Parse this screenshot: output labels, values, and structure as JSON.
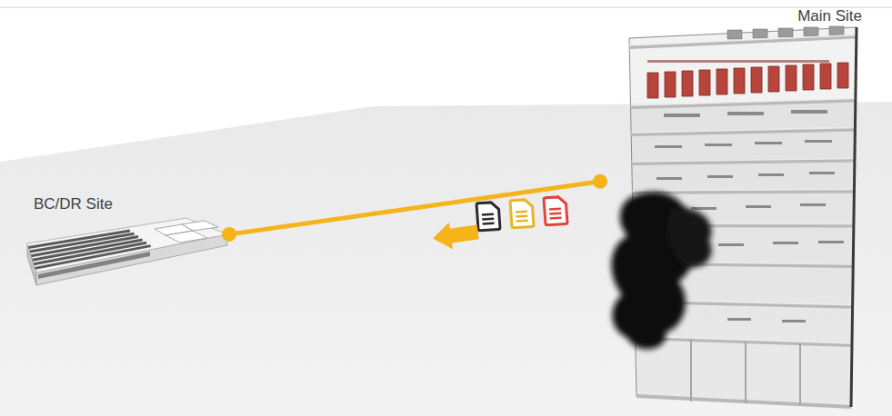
{
  "diagram": {
    "nodes": [
      {
        "text": [
          "Main Site"
        ]
      },
      {
        "text": [
          "BC/DR Site"
        ]
      }
    ],
    "edges": [
      {
        "from": 0,
        "to": 1,
        "arrow": "to"
      }
    ]
  }
}
